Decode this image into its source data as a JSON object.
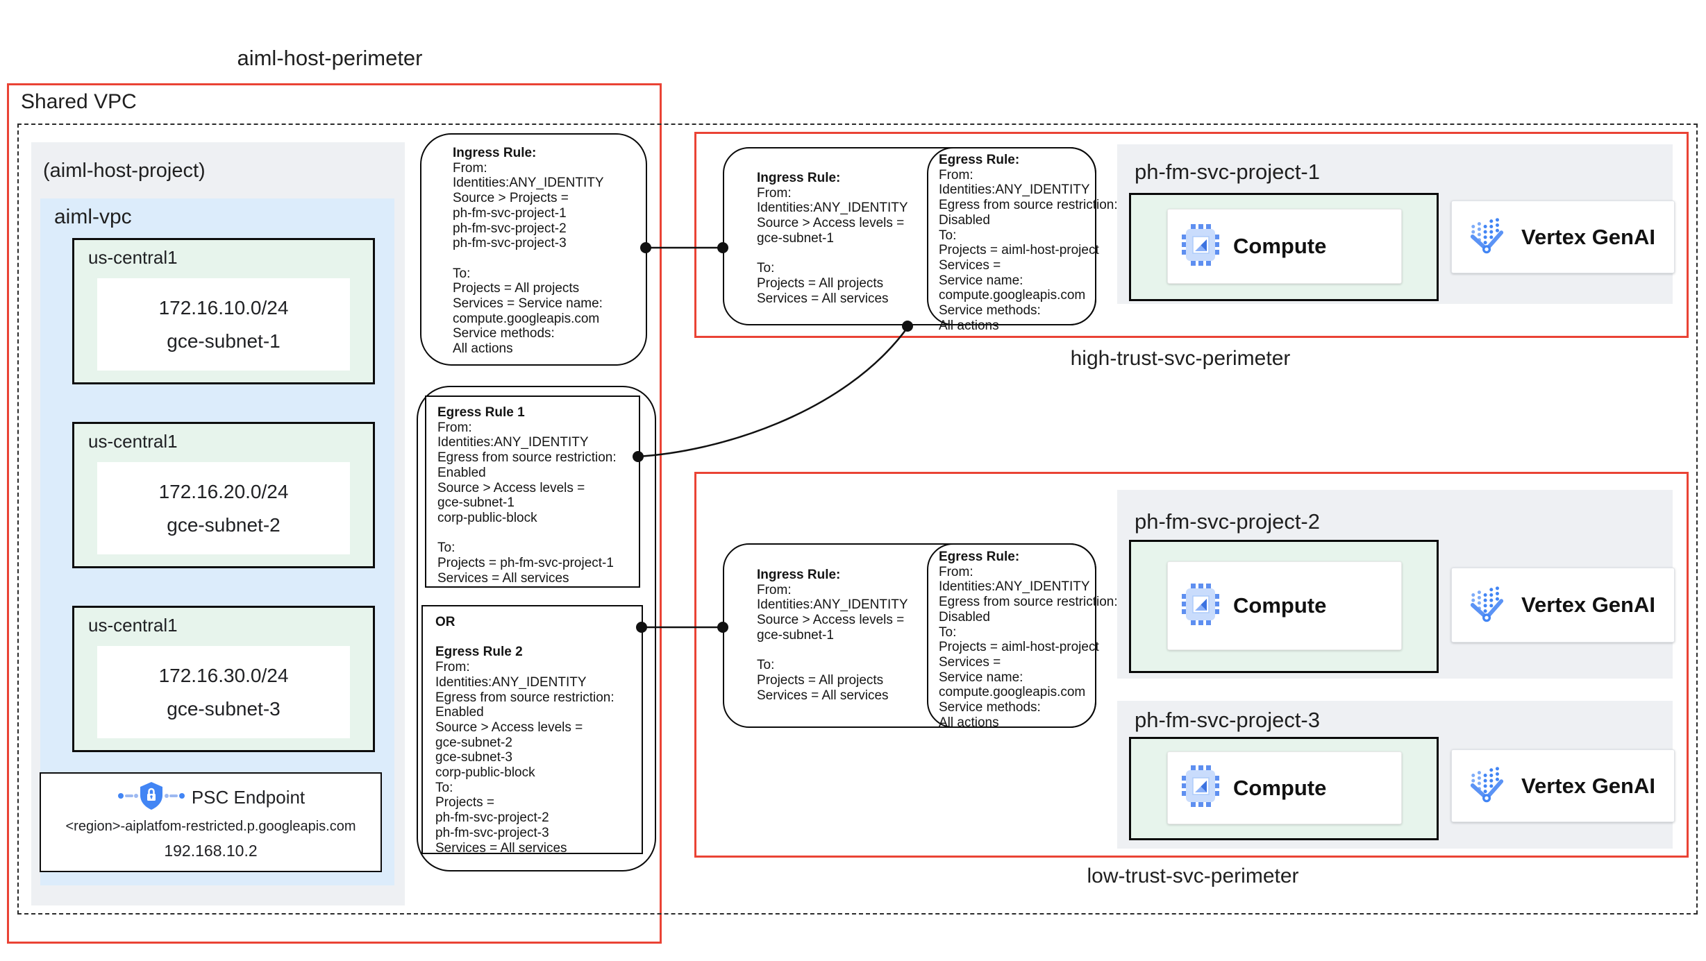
{
  "colors": {
    "perimeter_red": "#ea4335",
    "accent_blue": "#4285f4",
    "vpc_panel_blue": "#dcecfb",
    "subnet_green": "#e7f4ec",
    "project_panel_gray": "#eef0f3"
  },
  "titles": {
    "host_perimeter": "aiml-host-perimeter",
    "shared_vpc": "Shared VPC",
    "host_project": "(aiml-host-project)",
    "vpc": "aiml-vpc",
    "high_trust_perimeter": "high-trust-svc-perimeter",
    "low_trust_perimeter": "low-trust-svc-perimeter"
  },
  "subnets": [
    {
      "region": "us-central1",
      "cidr": "172.16.10.0/24",
      "name": "gce-subnet-1"
    },
    {
      "region": "us-central1",
      "cidr": "172.16.20.0/24",
      "name": "gce-subnet-2"
    },
    {
      "region": "us-central1",
      "cidr": "172.16.30.0/24",
      "name": "gce-subnet-3"
    }
  ],
  "psc_endpoint": {
    "label": "PSC Endpoint",
    "domain": "<region>-aiplatfom-restricted.p.googleapis.com",
    "ip": "192.168.10.2",
    "icon": "psc-shield-lock-icon"
  },
  "host_rules": {
    "ingress": [
      "**Ingress Rule:",
      "From:",
      "Identities:ANY_IDENTITY",
      "Source > Projects =",
      "ph-fm-svc-project-1",
      "ph-fm-svc-project-2",
      "ph-fm-svc-project-3",
      "",
      "To:",
      "Projects = All projects",
      "Services = Service name:",
      "compute.googleapis.com",
      "Service methods:",
      "All actions"
    ],
    "egress_rule_1": [
      "**Egress Rule 1",
      "From:",
      "Identities:ANY_IDENTITY",
      "Egress from source restriction:",
      "Enabled",
      "Source > Access levels =",
      "gce-subnet-1",
      "corp-public-block",
      "",
      "To:",
      "Projects = ph-fm-svc-project-1",
      "Services = All services"
    ],
    "egress_rule_2": [
      "**OR",
      "",
      "**Egress Rule 2",
      "From:",
      "Identities:ANY_IDENTITY",
      "Egress from source restriction:",
      "Enabled",
      "Source > Access levels =",
      "gce-subnet-2",
      "gce-subnet-3",
      "corp-public-block",
      "To:",
      "Projects =",
      "ph-fm-svc-project-2",
      "ph-fm-svc-project-3",
      "Services = All services"
    ]
  },
  "high_trust_rules": {
    "ingress": [
      "**Ingress Rule:",
      "From:",
      "Identities:ANY_IDENTITY",
      "Source > Access levels =",
      "gce-subnet-1",
      "",
      "To:",
      "Projects = All projects",
      "Services = All services"
    ],
    "egress": [
      "**Egress Rule:",
      "From:",
      "Identities:ANY_IDENTITY",
      "Egress from source restriction:",
      "Disabled",
      "To:",
      "Projects = aiml-host-project",
      "Services =",
      "Service name:",
      "compute.googleapis.com",
      "Service methods:",
      "All actions"
    ]
  },
  "low_trust_rules": {
    "ingress": [
      "**Ingress Rule:",
      "From:",
      "Identities:ANY_IDENTITY",
      "Source > Access levels =",
      "gce-subnet-1",
      "",
      "To:",
      "Projects = All projects",
      "Services = All services"
    ],
    "egress": [
      "**Egress Rule:",
      "From:",
      "Identities:ANY_IDENTITY",
      "Egress from source restriction:",
      "Disabled",
      "To:",
      "Projects = aiml-host-project",
      "Services =",
      "Service name:",
      "compute.googleapis.com",
      "Service methods:",
      "All actions"
    ]
  },
  "projects": [
    {
      "name": "ph-fm-svc-project-1",
      "services": [
        {
          "label": "Compute",
          "icon": "compute-chip-icon"
        },
        {
          "label": "Vertex GenAI",
          "icon": "vertex-genai-icon"
        }
      ]
    },
    {
      "name": "ph-fm-svc-project-2",
      "services": [
        {
          "label": "Compute",
          "icon": "compute-chip-icon"
        },
        {
          "label": "Vertex GenAI",
          "icon": "vertex-genai-icon"
        }
      ]
    },
    {
      "name": "ph-fm-svc-project-3",
      "services": [
        {
          "label": "Compute",
          "icon": "compute-chip-icon"
        },
        {
          "label": "Vertex GenAI",
          "icon": "vertex-genai-icon"
        }
      ]
    }
  ]
}
